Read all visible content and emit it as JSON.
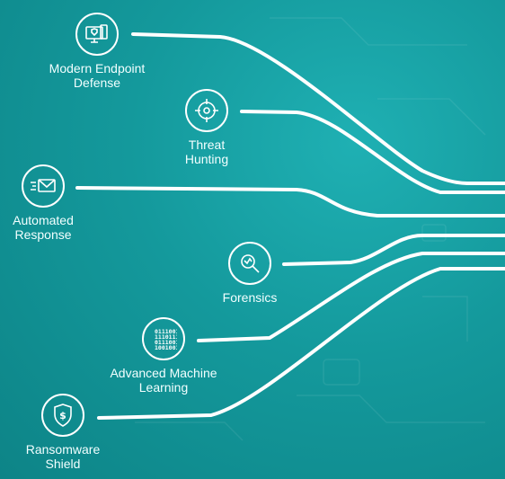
{
  "colors": {
    "background": "#13989b",
    "line": "#ffffff",
    "text": "#ffffff"
  },
  "features": [
    {
      "id": "modern-endpoint-defense",
      "icon": "endpoint-device-icon",
      "label_lines": [
        "Modern Endpoint",
        "Defense"
      ]
    },
    {
      "id": "threat-hunting",
      "icon": "crosshair-icon",
      "label_lines": [
        "Threat",
        "Hunting"
      ]
    },
    {
      "id": "automated-response",
      "icon": "envelope-icon",
      "label_lines": [
        "Automated",
        "Response"
      ]
    },
    {
      "id": "forensics",
      "icon": "magnifier-icon",
      "label_lines": [
        "Forensics"
      ]
    },
    {
      "id": "advanced-machine-learning",
      "icon": "binary-code-icon",
      "label_lines": [
        "Advanced Machine",
        "Learning"
      ]
    },
    {
      "id": "ransomware-shield",
      "icon": "dollar-shield-icon",
      "label_lines": [
        "Ransomware",
        "Shield"
      ]
    }
  ]
}
